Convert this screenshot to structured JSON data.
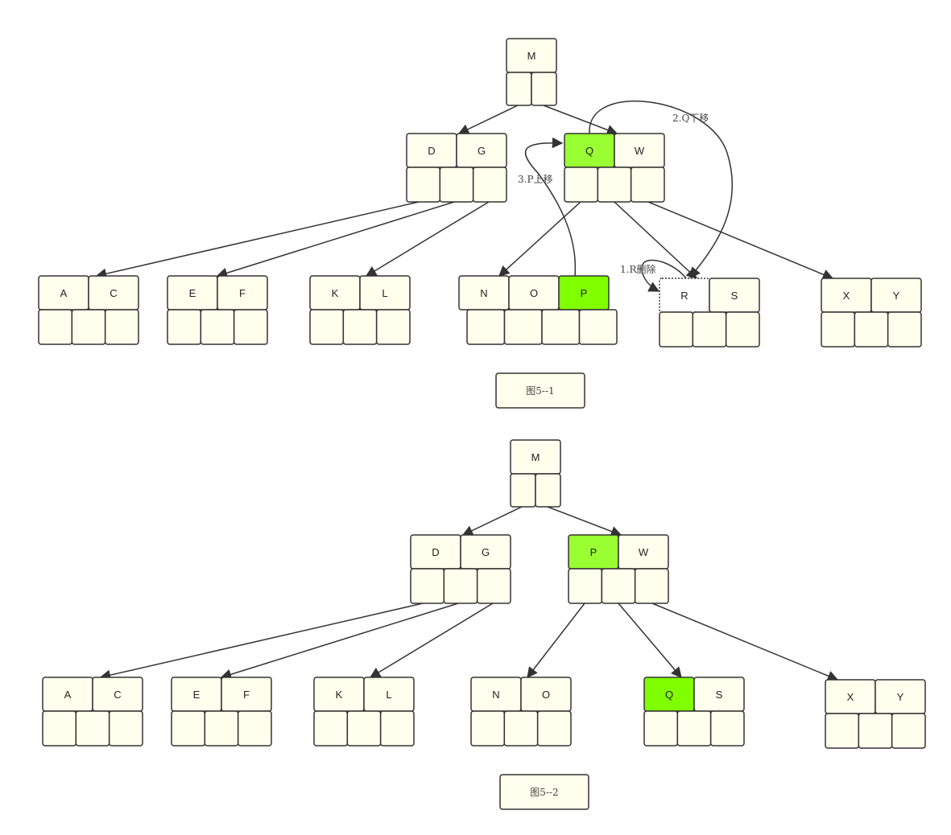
{
  "colors": {
    "cell_fill": "#ffffee",
    "border": "#333333",
    "highlight_green": "#99ff33",
    "highlight_bright": "#80ff00"
  },
  "notes": {
    "delete_r": "1.R删除",
    "move_q_down": "2.Q下移",
    "move_p_up": "3.P上移"
  },
  "figures": [
    {
      "caption": "图5--1",
      "nodes": [
        {
          "id": "root",
          "keys": [
            "M"
          ]
        },
        {
          "id": "dg",
          "keys": [
            "D",
            "G"
          ]
        },
        {
          "id": "qw",
          "keys": [
            "Q",
            "W"
          ],
          "highlight": [
            "Q"
          ]
        },
        {
          "id": "ac",
          "keys": [
            "A",
            "C"
          ]
        },
        {
          "id": "ef",
          "keys": [
            "E",
            "F"
          ]
        },
        {
          "id": "kl",
          "keys": [
            "K",
            "L"
          ]
        },
        {
          "id": "nop",
          "keys": [
            "N",
            "O",
            "P"
          ],
          "highlight": [
            "P"
          ]
        },
        {
          "id": "rs",
          "keys": [
            "R",
            "S"
          ],
          "deleted": [
            "R"
          ]
        },
        {
          "id": "xy",
          "keys": [
            "X",
            "Y"
          ]
        }
      ]
    },
    {
      "caption": "图5--2",
      "nodes": [
        {
          "id": "root",
          "keys": [
            "M"
          ]
        },
        {
          "id": "dg",
          "keys": [
            "D",
            "G"
          ]
        },
        {
          "id": "pw",
          "keys": [
            "P",
            "W"
          ],
          "highlight": [
            "P"
          ]
        },
        {
          "id": "ac",
          "keys": [
            "A",
            "C"
          ]
        },
        {
          "id": "ef",
          "keys": [
            "E",
            "F"
          ]
        },
        {
          "id": "kl",
          "keys": [
            "K",
            "L"
          ]
        },
        {
          "id": "no",
          "keys": [
            "N",
            "O"
          ]
        },
        {
          "id": "qs",
          "keys": [
            "Q",
            "S"
          ],
          "highlight": [
            "Q"
          ]
        },
        {
          "id": "xy",
          "keys": [
            "X",
            "Y"
          ]
        }
      ]
    }
  ]
}
